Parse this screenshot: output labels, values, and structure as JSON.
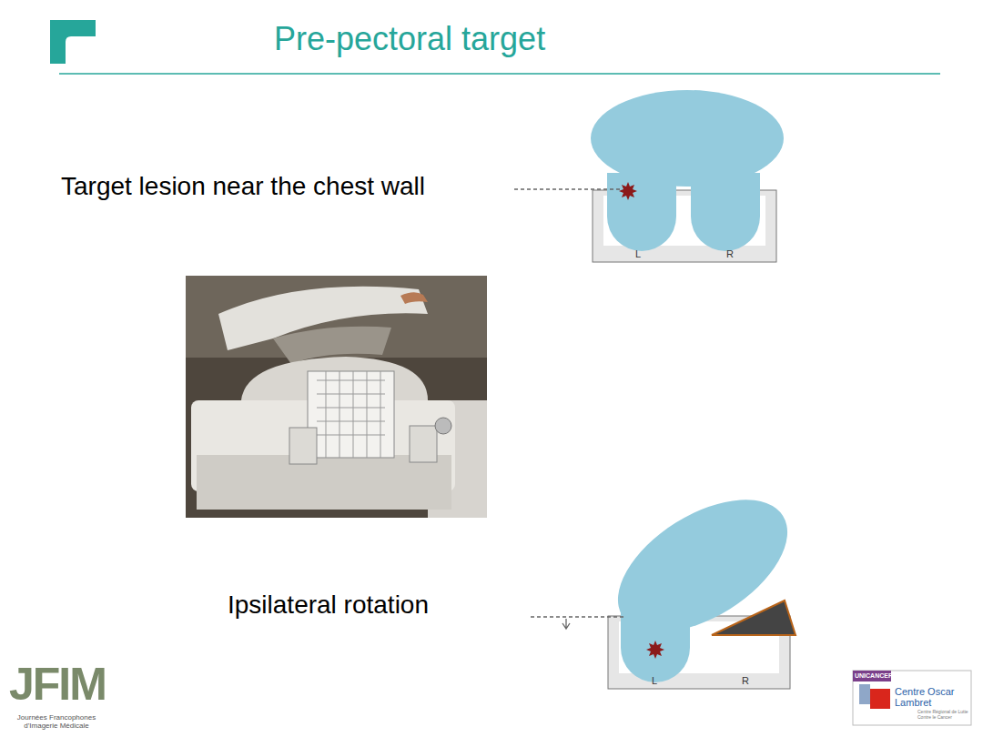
{
  "diagram": {
    "title": "Pre-pectoral target",
    "labels": [
      "Target lesion near the chest wall",
      "L",
      "R",
      "Ipsilateral rotation",
      "L",
      "R",
      "JFIM",
      "Journées Francophones d'Imagerie Médicale",
      "UNICANCER",
      "Centre Oscar Lambret",
      "Centre Régional de Lutte Contre le Cancer"
    ]
  }
}
